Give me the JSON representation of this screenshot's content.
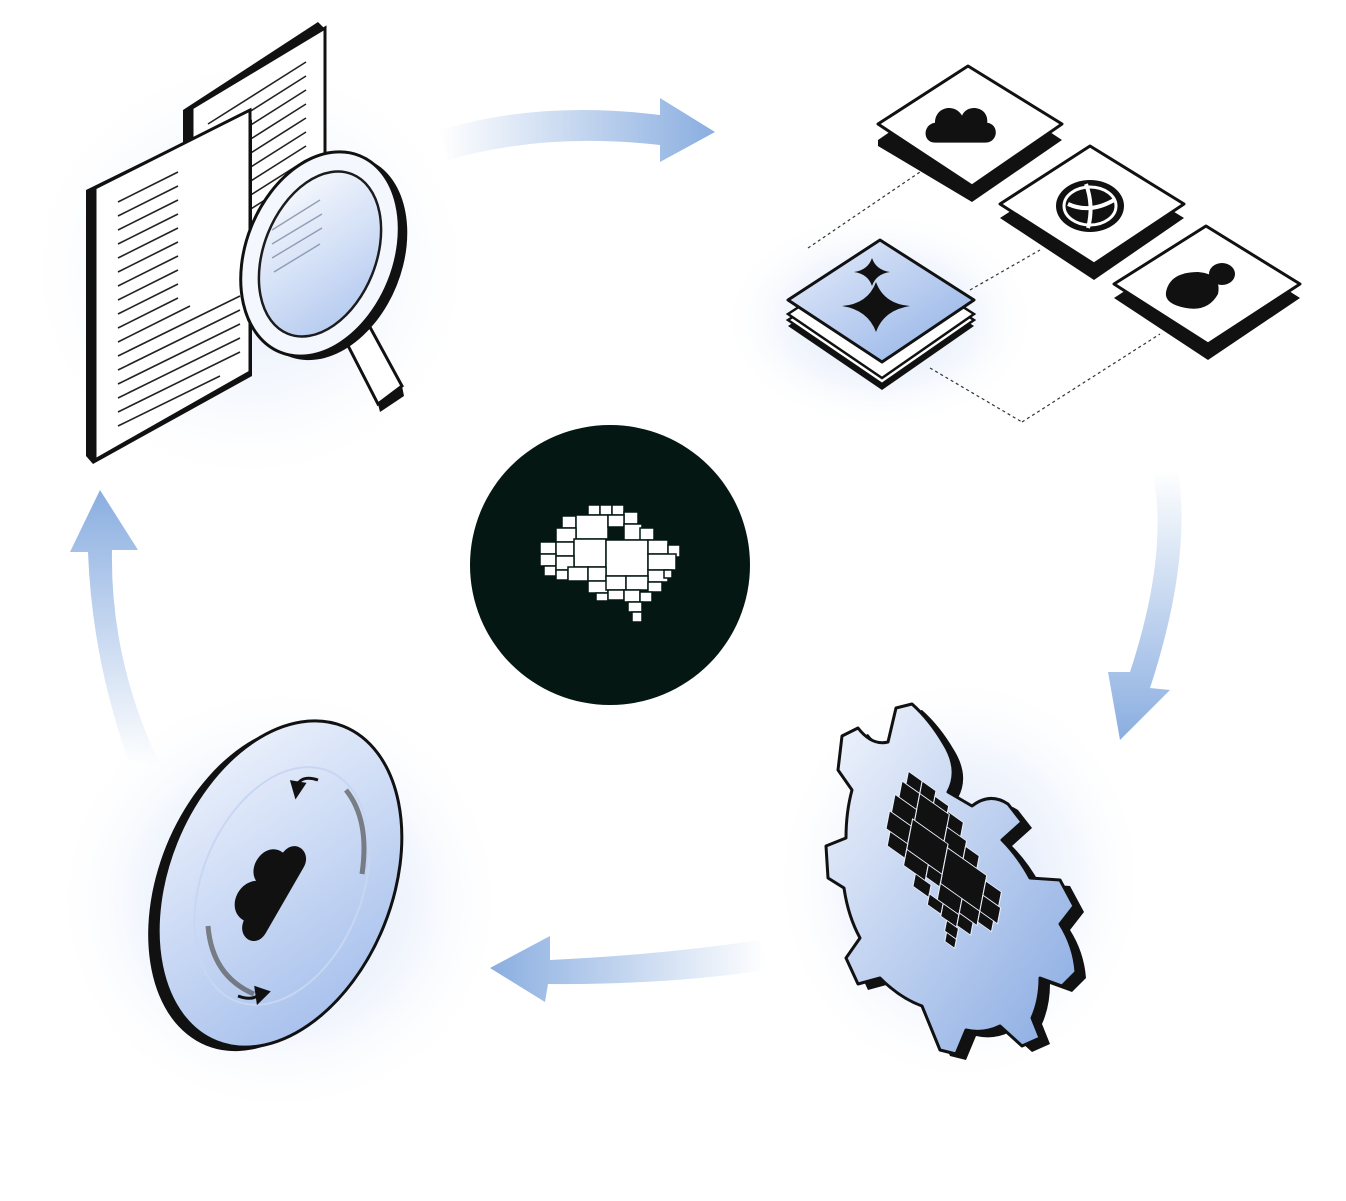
{
  "diagram": {
    "center": {
      "icon": "pixel-brain-icon"
    },
    "stages": [
      {
        "id": "research",
        "icon": "documents-magnifier-icon"
      },
      {
        "id": "integrate",
        "icon": "stacked-tiles-icon",
        "tiles": [
          "cloud-icon",
          "globe-icon",
          "user-icon",
          "sparkle-icon"
        ]
      },
      {
        "id": "process",
        "icon": "gear-brain-icon"
      },
      {
        "id": "sync",
        "icon": "cloud-sync-icon"
      }
    ],
    "arrows": [
      {
        "from": "research",
        "to": "integrate"
      },
      {
        "from": "integrate",
        "to": "process"
      },
      {
        "from": "process",
        "to": "sync"
      },
      {
        "from": "sync",
        "to": "research"
      }
    ],
    "colors": {
      "accent": "#8aaee0",
      "center_bg": "#041713",
      "ink": "#111111",
      "tile_fill": "#ffffff",
      "glow": "#c9d8f5"
    }
  }
}
